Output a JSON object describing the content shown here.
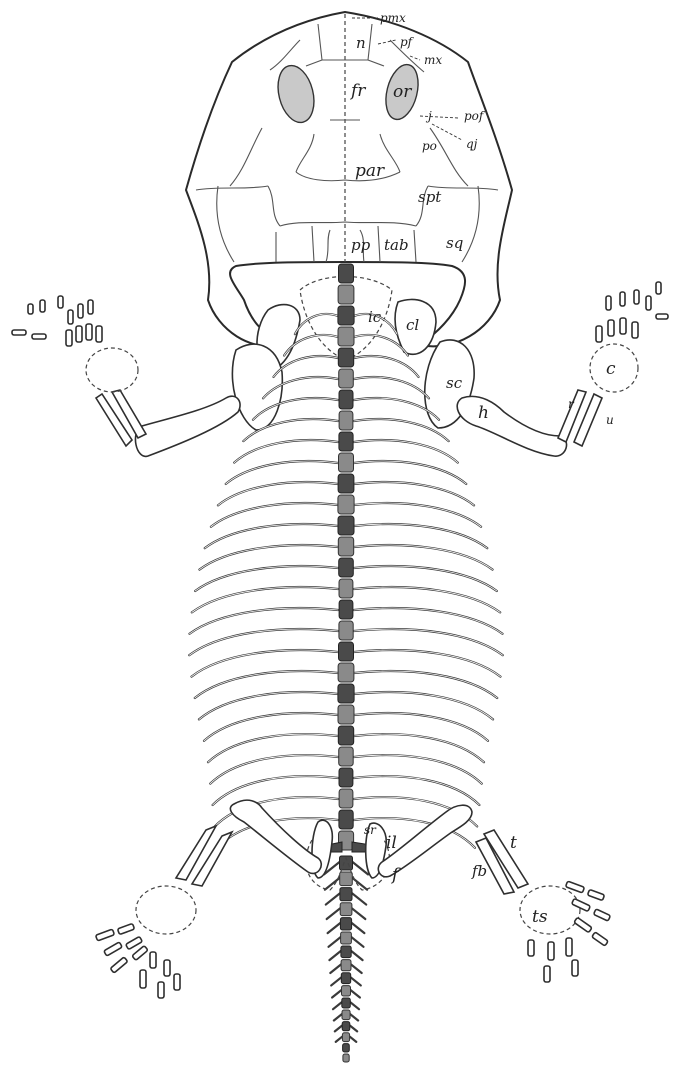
{
  "figure": {
    "labels": {
      "pmx": "pmx",
      "n": "n",
      "pf": "pf",
      "mx": "mx",
      "fr": "fr",
      "or": "or",
      "j": "j",
      "pof": "pof",
      "po": "po",
      "qj": "qj",
      "par": "par",
      "spt": "spt",
      "pp": "pp",
      "tab": "tab",
      "sq": "sq",
      "ic": "ic",
      "cl": "cl",
      "sc": "sc",
      "h": "h",
      "c": "c",
      "r": "r",
      "u": "u",
      "sr": "sr",
      "il": "il",
      "f": "f",
      "t": "t",
      "fb": "fb",
      "ts": "ts"
    }
  }
}
